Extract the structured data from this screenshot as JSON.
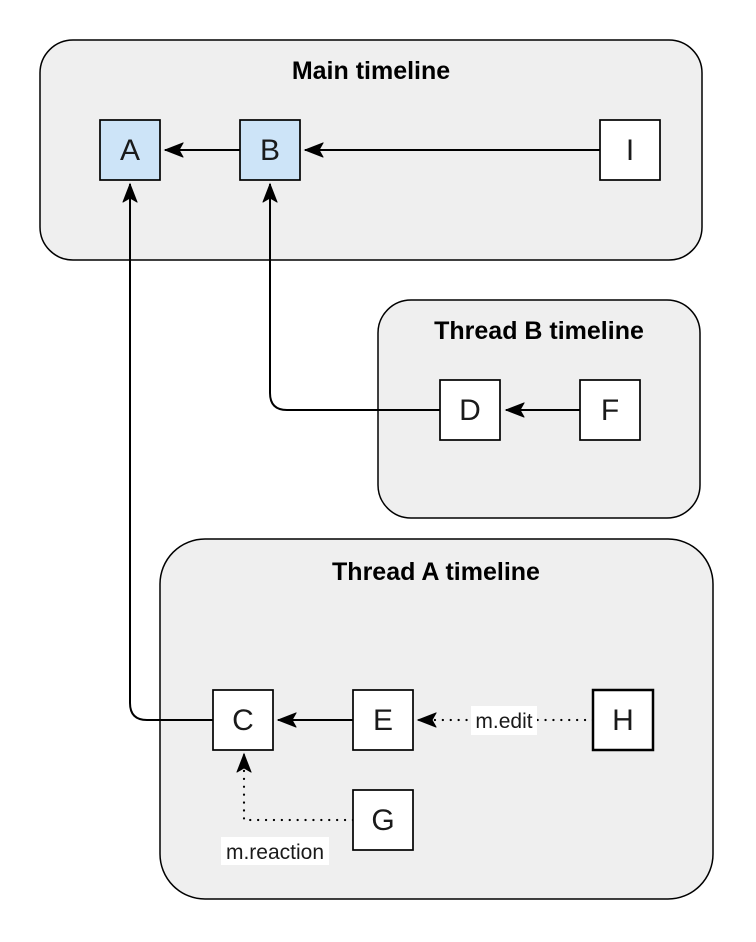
{
  "diagram": {
    "kind": "event-dag-threads-diagram",
    "containers": [
      {
        "id": "main",
        "title": "Main timeline"
      },
      {
        "id": "thread-b",
        "title": "Thread B timeline"
      },
      {
        "id": "thread-a",
        "title": "Thread A timeline"
      }
    ],
    "nodes": [
      {
        "id": "A",
        "label": "A",
        "container": "main",
        "highlighted": true
      },
      {
        "id": "B",
        "label": "B",
        "container": "main",
        "highlighted": true
      },
      {
        "id": "I",
        "label": "I",
        "container": "main",
        "highlighted": false
      },
      {
        "id": "D",
        "label": "D",
        "container": "thread-b",
        "highlighted": false
      },
      {
        "id": "F",
        "label": "F",
        "container": "thread-b",
        "highlighted": false
      },
      {
        "id": "C",
        "label": "C",
        "container": "thread-a",
        "highlighted": false
      },
      {
        "id": "E",
        "label": "E",
        "container": "thread-a",
        "highlighted": false
      },
      {
        "id": "H",
        "label": "H",
        "container": "thread-a",
        "highlighted": false
      },
      {
        "id": "G",
        "label": "G",
        "container": "thread-a",
        "highlighted": false
      }
    ],
    "edges": [
      {
        "from": "B",
        "to": "A",
        "style": "solid",
        "label": ""
      },
      {
        "from": "I",
        "to": "B",
        "style": "solid",
        "label": ""
      },
      {
        "from": "F",
        "to": "D",
        "style": "solid",
        "label": ""
      },
      {
        "from": "D",
        "to": "B",
        "style": "solid",
        "label": ""
      },
      {
        "from": "C",
        "to": "A",
        "style": "solid",
        "label": ""
      },
      {
        "from": "H",
        "to": "E",
        "style": "dotted",
        "label": "m.edit"
      },
      {
        "from": "G",
        "to": "C",
        "style": "dotted",
        "label": "m.reaction"
      }
    ],
    "colors": {
      "container_fill": "#efefef",
      "node_fill": "#ffffff",
      "node_highlight_fill": "#cde4f8",
      "stroke": "#000000",
      "label_bg": "#ffffff"
    }
  }
}
